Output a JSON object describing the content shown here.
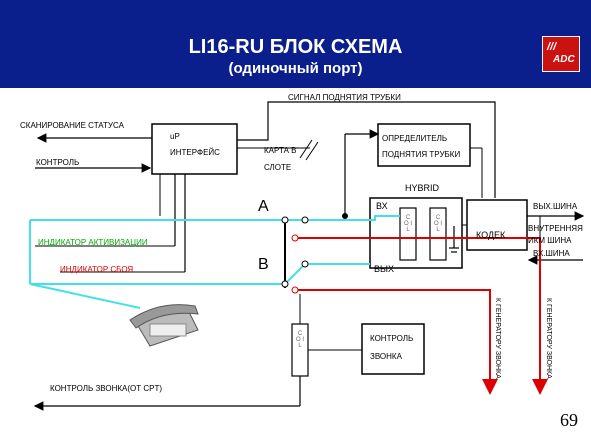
{
  "header": {
    "title": "LI16-RU БЛОК СХЕМА",
    "subtitle": "(одиночный порт)",
    "logo_stripes": "///",
    "logo_text": "ADC",
    "bg_color": "#0a1e8c",
    "logo_color": "#cc1111"
  },
  "labels": {
    "offhook_signal": "СИГНАЛ ПОДНЯТИЯ ТРУБКИ",
    "status_scan": "СКАНИРОВАНИЕ СТАТУСА",
    "control": "КОНТРОЛЬ",
    "up": "uP",
    "interface": "ИНТЕРФЕЙС",
    "card_in_slot_1": "КАРТА В",
    "card_in_slot_2": "СЛОТЕ",
    "detector_1": "ОПРЕДЕЛИТЕЛЬ",
    "detector_2": "ПОДНЯТИЯ ТРУБКИ",
    "hybrid": "HYBRID",
    "vx": "ВХ",
    "vyx": "ВЫХ",
    "codec": "КОДЕК",
    "out_bus": "ВЫХ.ШИНА",
    "internal_1": "ВНУТРЕННЯЯ",
    "internal_2": "ИКМ ШИНА",
    "in_bus": "ВХ.ШИНА",
    "active_ind": "ИНДИКАТОР АКТИВИЗАЦИИ",
    "fail_ind": "ИНДИКАТОР СБОЯ",
    "line_a": "А",
    "line_b": "В",
    "coil": "C O I L",
    "ring_control_1": "КОНТРОЛЬ",
    "ring_control_2": "ЗВОНКА",
    "ring_gen_1": "К ГЕНЕРАТОРУ ЗВОНКА",
    "ring_gen_2": "К ГЕНЕРАТОРУ ЗВОНКА",
    "ring_control_crt": "КОНТРОЛЬ ЗВОНКА(ОТ CPT)"
  },
  "colors": {
    "line_a": "#44e0e8",
    "ring": "#dd0000",
    "green": "#00aa00",
    "red_text": "#dd0000"
  },
  "page_number": "69"
}
